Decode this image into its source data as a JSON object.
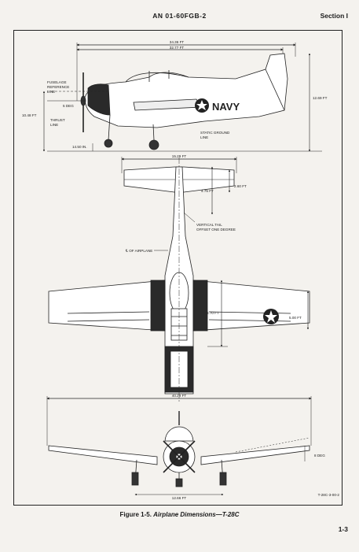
{
  "header": {
    "doc_number": "AN 01-60FGB-2",
    "section": "Section I"
  },
  "side_view": {
    "overall_length_1": "34.36 FT",
    "overall_length_2": "32.77 FT",
    "fuselage_ref": [
      "FUSELAGE",
      "REFERENCE",
      "LINE"
    ],
    "deg": "5 DEG",
    "thrust": [
      "THRUST",
      "LINE"
    ],
    "prop_clear": "10.48 FT",
    "wheel_clear": "14.50 IN.",
    "tail_height": "12.69 FT",
    "static_ground": [
      "STATIC GROUND",
      "LINE"
    ],
    "marking": "NAVY"
  },
  "top_view": {
    "stab_span": "15.29 FT",
    "stab_chord": "2.60 FT",
    "stab_offset": "4.75 FT",
    "vertical_tail": [
      "VERTICAL TAIL",
      "OFFSET ONE DEGREE"
    ],
    "centerline": "℄ OF AIRPLANE",
    "wing_width": "8.70 FT",
    "tip_chord": "5.00 FT"
  },
  "front_view": {
    "span": "40.29 FT",
    "dihedral": "8 DEG",
    "tread": "12.66 FT",
    "figure_code": "T-28C-3-00-2"
  },
  "caption": {
    "figure_label": "Figure 1-5.",
    "title": "Airplane Dimensions—T-28C"
  },
  "page_number": "1-3"
}
